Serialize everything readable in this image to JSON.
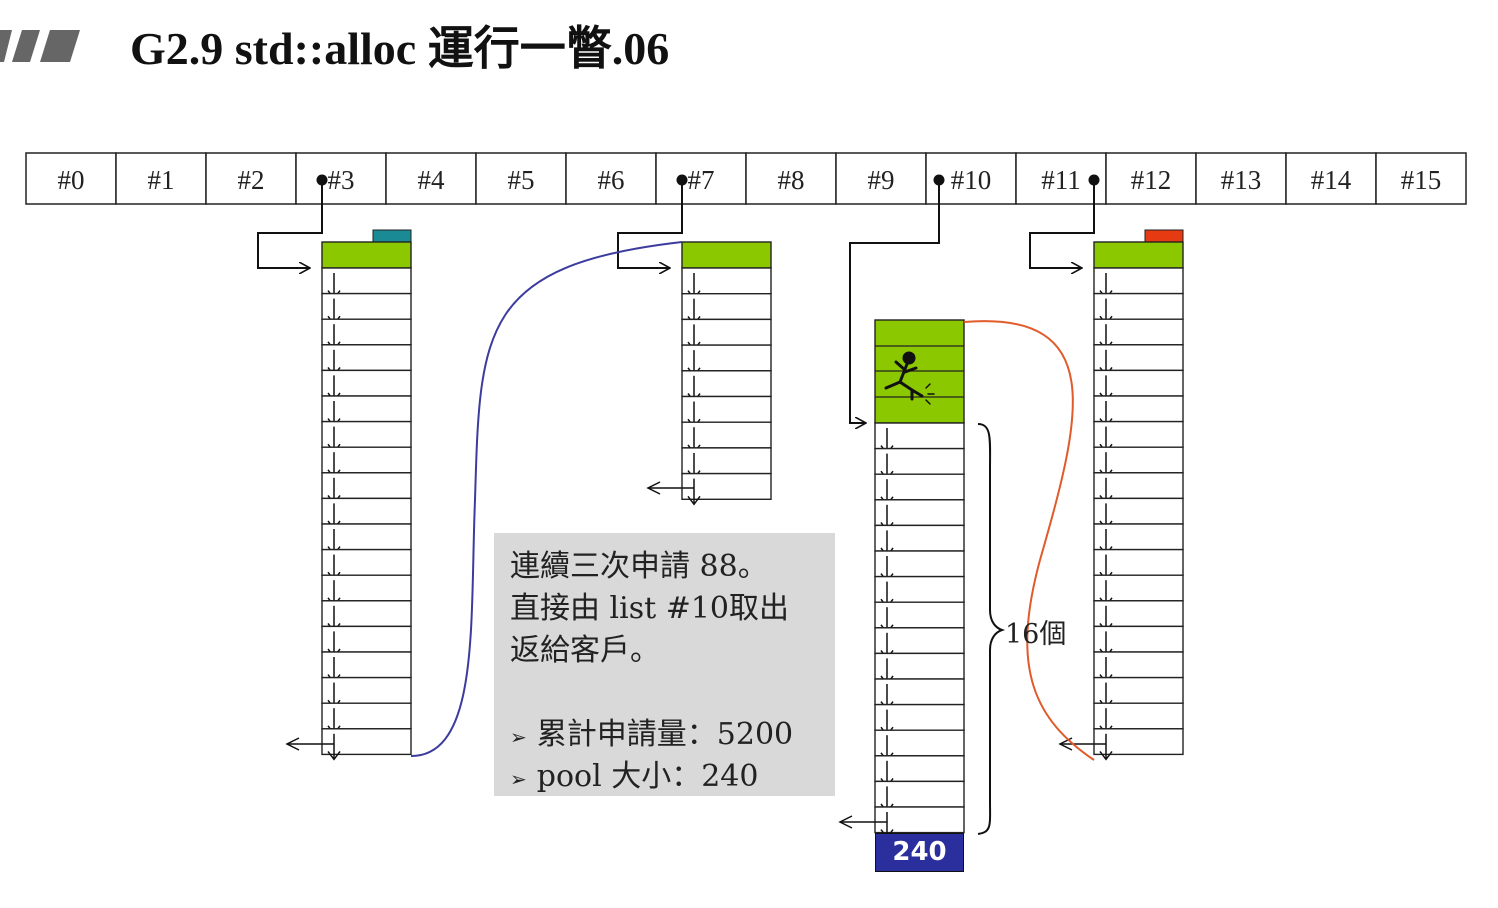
{
  "title": "G2.9 std::alloc 運行一瞥.06",
  "free_list_indices": [
    "#0",
    "#1",
    "#2",
    "#3",
    "#4",
    "#5",
    "#6",
    "#7",
    "#8",
    "#9",
    "#10",
    "#11",
    "#12",
    "#13",
    "#14",
    "#15"
  ],
  "note": {
    "line1": "連續三次申請 88。",
    "line2": "直接由 list #10取出",
    "line3": "返給客戶。",
    "bullet1": "累計申請量：5200",
    "bullet2": "pool 大小：240"
  },
  "count_label": "16個",
  "pool_size_label": "240",
  "colors": {
    "block_green": "#8cc800",
    "pool_blue": "#2b2f9e",
    "teal_tag": "#1a8a94",
    "red_tag": "#e53a12",
    "blue_curve": "#3c3c9e",
    "orange_curve": "#e05a2a",
    "note_bg": "#d9d9d9"
  }
}
